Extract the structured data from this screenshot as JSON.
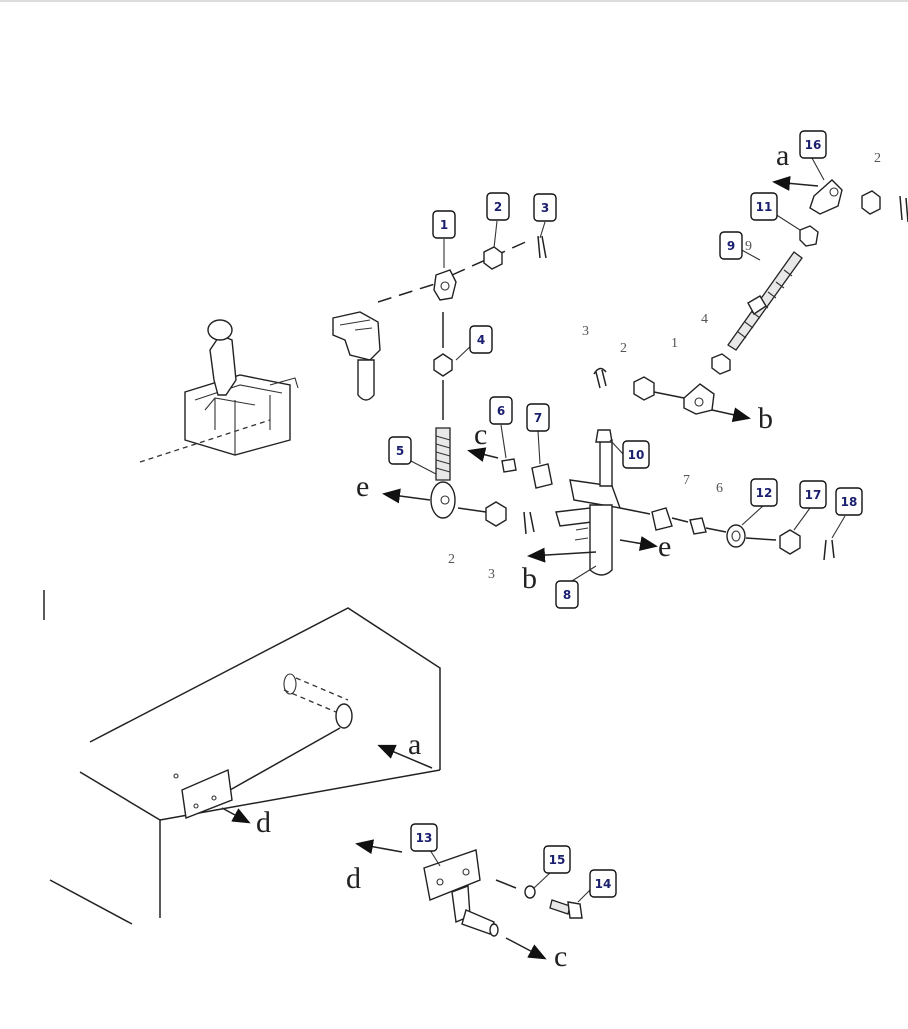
{
  "callouts": [
    {
      "id": "c1",
      "label": "1"
    },
    {
      "id": "c2",
      "label": "2"
    },
    {
      "id": "c3",
      "label": "3"
    },
    {
      "id": "c4",
      "label": "4"
    },
    {
      "id": "c5",
      "label": "5"
    },
    {
      "id": "c6",
      "label": "6"
    },
    {
      "id": "c7",
      "label": "7"
    },
    {
      "id": "c8",
      "label": "8"
    },
    {
      "id": "c9",
      "label": "9"
    },
    {
      "id": "c10",
      "label": "10"
    },
    {
      "id": "c11",
      "label": "11"
    },
    {
      "id": "c12",
      "label": "12"
    },
    {
      "id": "c13",
      "label": "13"
    },
    {
      "id": "c14",
      "label": "14"
    },
    {
      "id": "c15",
      "label": "15"
    },
    {
      "id": "c16",
      "label": "16"
    },
    {
      "id": "c17",
      "label": "17"
    },
    {
      "id": "c18",
      "label": "18"
    }
  ],
  "plain_numbers": {
    "n2_top_right": "2",
    "n9_rod": "9",
    "n4_right": "4",
    "n3_upper": "3",
    "n2_mid": "2",
    "n1_mid": "1",
    "n7_right": "7",
    "n6_right": "6",
    "n2_lower": "2",
    "n3_lower": "3"
  },
  "direction_letters": {
    "a_top": "a",
    "b_right": "b",
    "c_mid": "c",
    "e_left": "e",
    "e_mid": "e",
    "b_lower": "b",
    "a_box": "a",
    "d_box": "d",
    "d_bracket": "d",
    "c_bottom": "c"
  }
}
